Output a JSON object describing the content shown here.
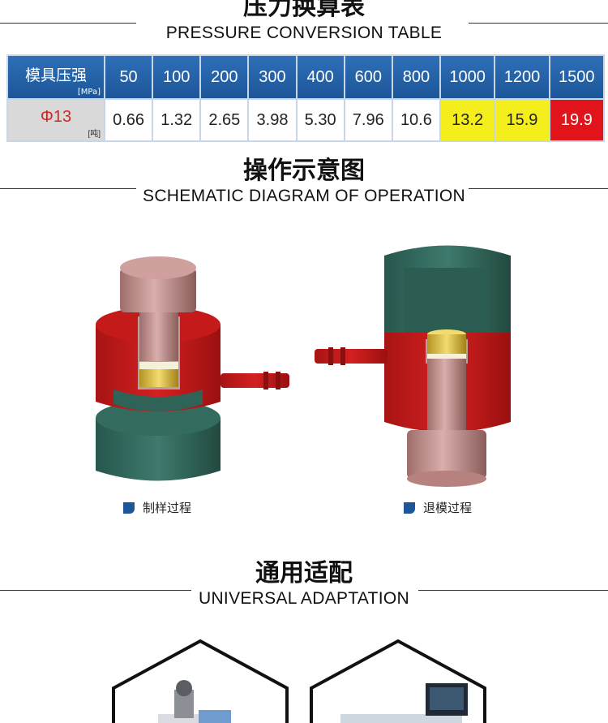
{
  "pressure_section": {
    "title_zh": "压力换算表",
    "title_en": "PRESSURE CONVERSION TABLE"
  },
  "pressure_table": {
    "header_label": "模具压强",
    "header_unit": "[MPa]",
    "row_label": "Φ13",
    "row_unit": "[吨]",
    "pressures": [
      "50",
      "100",
      "200",
      "300",
      "400",
      "600",
      "800",
      "1000",
      "1200",
      "1500"
    ],
    "tons": [
      "0.66",
      "1.32",
      "2.65",
      "3.98",
      "5.30",
      "7.96",
      "10.6",
      "13.2",
      "15.9",
      "19.9"
    ],
    "highlight_colors": {
      "yellow": "#f5ee1d",
      "red": "#e0141a",
      "header_blue": "#2e6fb7"
    }
  },
  "operation_section": {
    "title_zh": "操作示意图",
    "title_en": "SCHEMATIC DIAGRAM OF OPERATION",
    "caption_left": "制样过程",
    "caption_right": "退模过程"
  },
  "adaptation_section": {
    "title_zh": "通用适配",
    "title_en": "UNIVERSAL ADAPTATION"
  }
}
